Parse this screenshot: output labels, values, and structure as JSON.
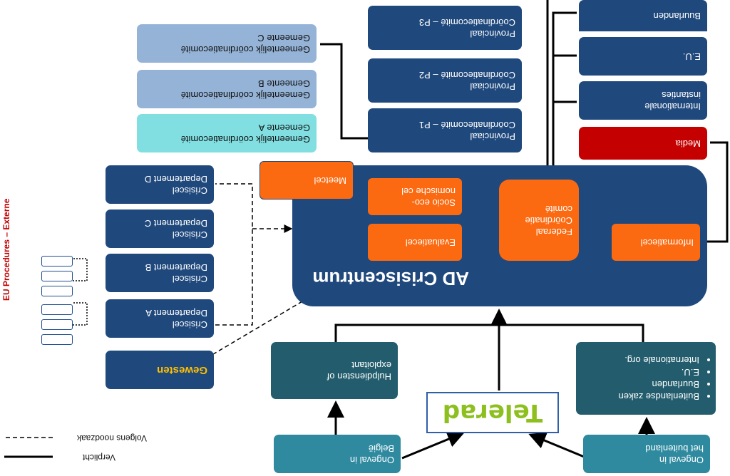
{
  "center": {
    "title": "AD Crisiscentrum",
    "meetcel": "Meetcel",
    "evaluatiecel": "Evaluatiecel",
    "socio_line1": "Socio eco-",
    "socio_line2": "nomische cel",
    "federaal_line1": "Federaal",
    "federaal_line2": "Coördinatie",
    "federaal_line3": "comité",
    "informatiecel": "Informatiecel"
  },
  "departments": [
    {
      "line1": "Crisiscel",
      "line2": "Departement A"
    },
    {
      "line1": "Crisiscel",
      "line2": "Departement B"
    },
    {
      "line1": "Crisiscel",
      "line2": "Departement C"
    },
    {
      "line1": "Crisiscel",
      "line2": "Departement D"
    }
  ],
  "gewesten": "Gewesten",
  "gemeenten": [
    {
      "line1": "Gemeentelijk coördinatiecomité",
      "line2": "Gemeente A"
    },
    {
      "line1": "Gemeentelijk coördinatiecomité",
      "line2": "Gemeente B"
    },
    {
      "line1": "Gemeentelijk coördinatiecomité",
      "line2": "Gemeente C"
    }
  ],
  "provincial": [
    {
      "line1": "Provinciaal",
      "line2": "Coördinatiecomité – P1"
    },
    {
      "line1": "Provinciaal",
      "line2": "Coördinatiecomité – P2"
    },
    {
      "line1": "Provinciaal",
      "line2": "Coördinatiecomité – P3"
    }
  ],
  "right_column": {
    "media": "Media",
    "internationale_line1": "Internationale",
    "internationale_line2": "instanties",
    "eu": "E.U.",
    "buurlanden": "Buurlanden"
  },
  "bottom": {
    "hulpdiensten_line1": "Hulpdiensten of",
    "hulpdiensten_line2": "exploitant",
    "telerad": "Telerad",
    "buitenland_bullets": [
      "Buitenlandse zaken",
      "Buurlanden",
      "E.U.",
      "Internationale org."
    ],
    "ongeval_belgie_line1": "Ongeval in",
    "ongeval_belgie_line2": "België",
    "ongeval_buitenland_line1": "Ongeval in",
    "ongeval_buitenland_line2": "het buitenland"
  },
  "legend": {
    "dashed": "Volgens noodzaak",
    "solid": "Verplicht"
  },
  "side_label": "EU Procedures – Externe",
  "colors": {
    "navy": "#1f487c",
    "orange": "#fb6a11",
    "red": "#c40000",
    "teal": "#2f8aa0",
    "dark_teal": "#235d6d",
    "light_blue": "#95b3d7",
    "cyan": "#81dfe2",
    "telerad_green": "#8dbf1e"
  }
}
